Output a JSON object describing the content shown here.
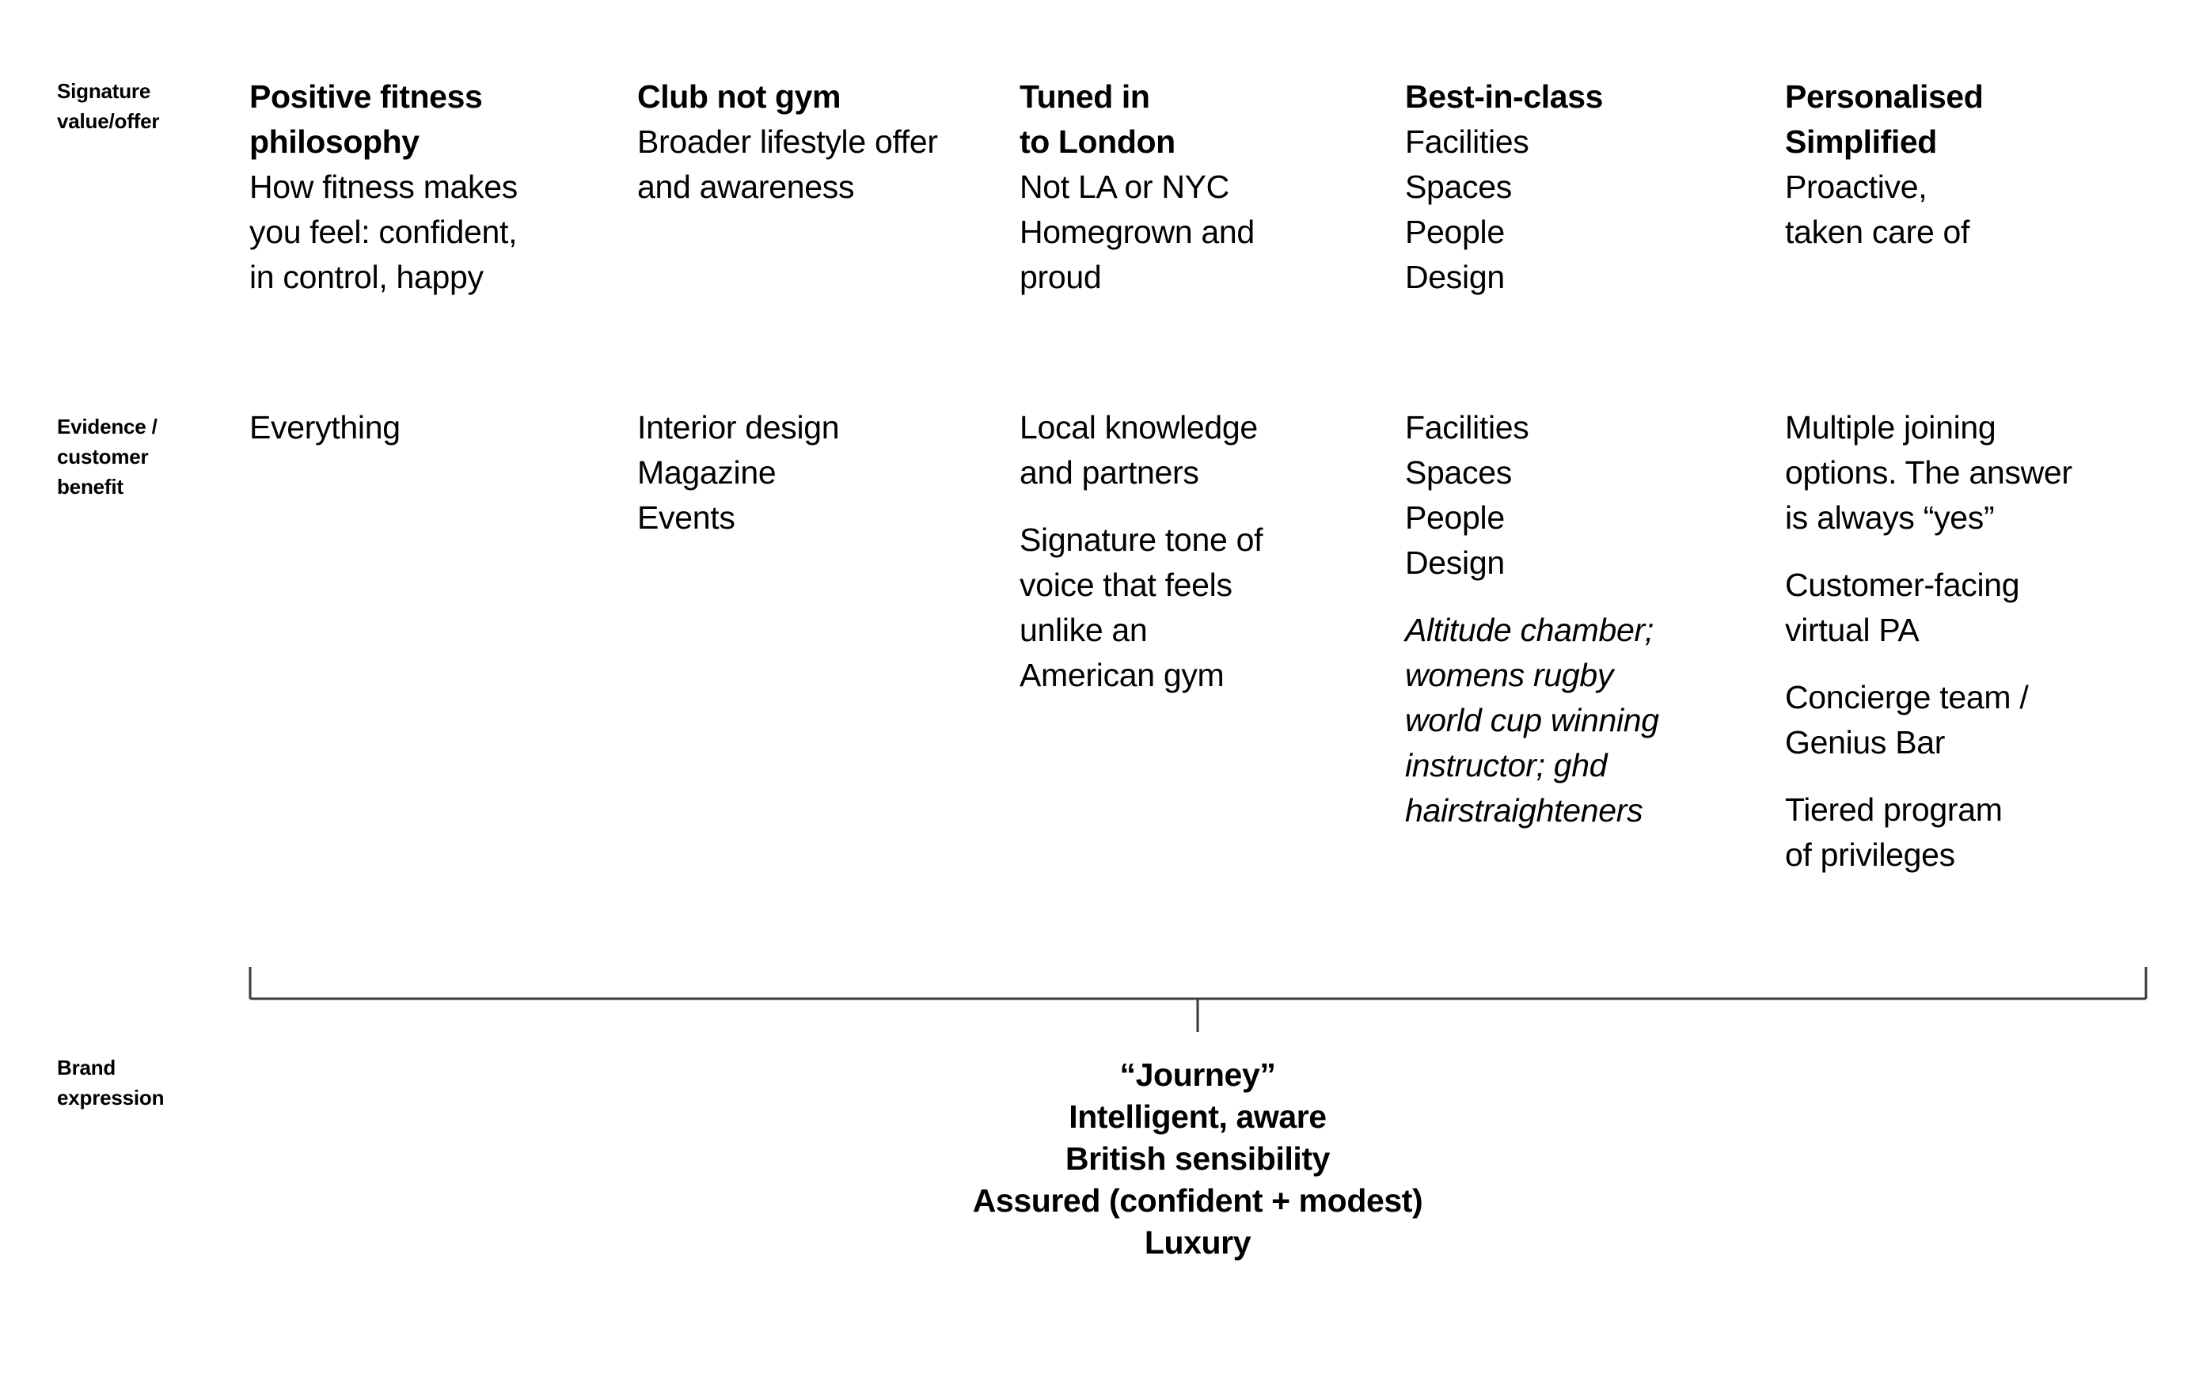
{
  "rows": {
    "signature": {
      "label": "Signature\nvalue/offer"
    },
    "evidence": {
      "label": "Evidence /\ncustomer\nbenefit"
    },
    "brand": {
      "label": "Brand\nexpression"
    }
  },
  "columns": [
    {
      "id": "positive-fitness-philosophy",
      "signature": {
        "heading": "Positive fitness\nphilosophy",
        "body": "How fitness makes\nyou feel: confident,\nin control, happy"
      },
      "evidence": {
        "primary": "Everything",
        "secondary": "",
        "italic": ""
      }
    },
    {
      "id": "club-not-gym",
      "signature": {
        "heading": "Club not gym",
        "body": "Broader lifestyle offer\nand awareness"
      },
      "evidence": {
        "primary": "Interior design\nMagazine\nEvents",
        "secondary": "",
        "italic": ""
      }
    },
    {
      "id": "tuned-in-to-london",
      "signature": {
        "heading": "Tuned in\nto London",
        "body": "Not LA or NYC\nHomegrown and\nproud"
      },
      "evidence": {
        "primary": "Local knowledge\nand partners",
        "secondary": "Signature tone of\nvoice that feels\nunlike an\nAmerican gym",
        "italic": ""
      }
    },
    {
      "id": "best-in-class",
      "signature": {
        "heading": "Best-in-class",
        "body": "Facilities\nSpaces\nPeople\nDesign"
      },
      "evidence": {
        "primary": "Facilities\nSpaces\nPeople\nDesign",
        "secondary": "",
        "italic": "Altitude chamber;\nwomens rugby\nworld cup winning\ninstructor; ghd\nhairstraighteners"
      }
    },
    {
      "id": "personalised-simplified",
      "signature": {
        "heading": "Personalised\nSimplified",
        "body": "Proactive,\ntaken care of"
      },
      "evidence": {
        "primary": "Multiple joining\noptions. The answer\nis always “yes”",
        "secondary": "Customer-facing\nvirtual PA",
        "secondary2": "Concierge team /\nGenius Bar",
        "secondary3": "Tiered program\nof privileges",
        "italic": ""
      }
    }
  ],
  "brand_expression": {
    "text": "“Journey”\nIntelligent, aware\nBritish sensibility\nAssured (confident + modest)\nLuxury"
  },
  "colors": {
    "background": "#ffffff",
    "text": "#000000",
    "rule": "#3a3a3a"
  }
}
